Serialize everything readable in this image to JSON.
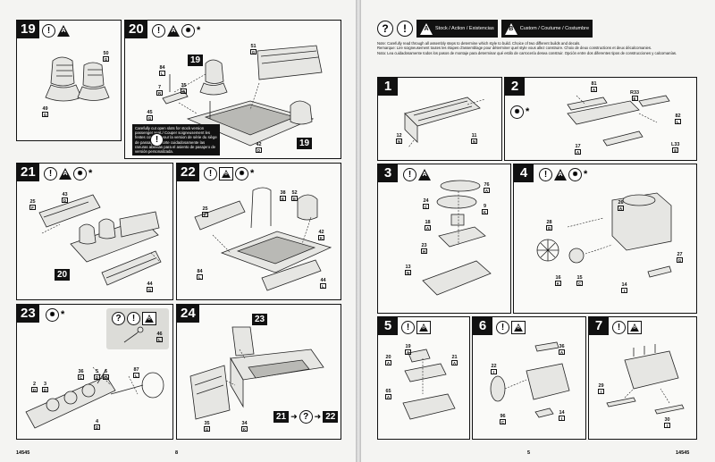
{
  "pages": {
    "left_number": "8",
    "right_number": "5",
    "catalog_left": "14545",
    "catalog_right": "14545"
  },
  "legend": {
    "help_symbol": "?",
    "caution_symbol": "!",
    "stock_letter": "A",
    "stock_label": "Stock / Action / Existencias",
    "custom_letter": "B",
    "custom_label": "Custom / Coutume / Costumbre"
  },
  "intro": {
    "en": "Note: Carefully read through all assembly steps to determine which style to build. Choice of two different builds and decals.",
    "fr": "Remarque: Lire soigneusement toutes les étapes d'assemblage pour déterminer quel style vous allez construire. Choix de deux constructions et deux décalcomanies.",
    "es": "Nota: Lea cuidadosamente todos los pasos de montaje para determinar qué estilo de carrocería desea construir. Opción entre dos diferentes tipos de construcciones y calcomanías."
  },
  "steps": {
    "s19": {
      "num": "19",
      "letter": "A",
      "parts": [
        {
          "n": "50",
          "b": "G"
        },
        {
          "n": "49",
          "b": "G"
        }
      ]
    },
    "s20": {
      "num": "20",
      "letter": "A",
      "callout": "19",
      "callout2": "19",
      "note": "Carefully cut open slots for stock version passenger seat./ Couper soigneusement les fentes coupure pour la version de série du siège de passager. / Corte cuidadosamente las ranuras abiertas para el asiento de pasajero de versión personalizada.",
      "parts": [
        {
          "n": "84",
          "b": "L"
        },
        {
          "n": "7",
          "b": "R"
        },
        {
          "n": "35",
          "b": "G"
        },
        {
          "n": "51",
          "b": "G"
        },
        {
          "n": "45",
          "b": "G"
        },
        {
          "n": "42",
          "b": "D"
        }
      ]
    },
    "s21": {
      "num": "21",
      "letter": "A",
      "callout": "20",
      "parts": [
        {
          "n": "25",
          "b": "F"
        },
        {
          "n": "43",
          "b": "D"
        },
        {
          "n": "44",
          "b": "G"
        }
      ]
    },
    "s22": {
      "num": "22",
      "letter": "B",
      "parts": [
        {
          "n": "25",
          "b": "F"
        },
        {
          "n": "38",
          "b": "E"
        },
        {
          "n": "52",
          "b": "E"
        },
        {
          "n": "84",
          "b": "L"
        },
        {
          "n": "42",
          "b": "K"
        },
        {
          "n": "44",
          "b": "L"
        }
      ]
    },
    "s23": {
      "num": "23",
      "inset_letter": "B",
      "parts": [
        {
          "n": "36",
          "b": "C"
        },
        {
          "n": "5",
          "b": "D"
        },
        {
          "n": "6",
          "b": "D"
        },
        {
          "n": "87",
          "b": "L"
        },
        {
          "n": "2",
          "b": "D"
        },
        {
          "n": "3",
          "b": "D"
        },
        {
          "n": "4",
          "b": "D"
        },
        {
          "n": "46",
          "b": "L"
        }
      ]
    },
    "s24": {
      "num": "24",
      "callout": "23",
      "seq_from": "21",
      "seq_to": "22",
      "parts": [
        {
          "n": "35",
          "b": "G"
        },
        {
          "n": "34",
          "b": "K"
        }
      ]
    },
    "s1": {
      "num": "1",
      "parts": [
        {
          "n": "12",
          "b": "N"
        },
        {
          "n": "11",
          "b": "N"
        }
      ]
    },
    "s2": {
      "num": "2",
      "parts": [
        {
          "n": "81",
          "b": "A"
        },
        {
          "n": "R33",
          "b": "E"
        },
        {
          "n": "82",
          "b": "L"
        },
        {
          "n": "17",
          "b": "A"
        },
        {
          "n": "L33",
          "b": "E"
        }
      ]
    },
    "s3": {
      "num": "3",
      "letter": "A",
      "parts": [
        {
          "n": "76",
          "b": "A"
        },
        {
          "n": "24",
          "b": "C"
        },
        {
          "n": "18",
          "b": "A"
        },
        {
          "n": "23",
          "b": "H"
        },
        {
          "n": "13",
          "b": "N"
        },
        {
          "n": "9",
          "b": "K"
        }
      ]
    },
    "s4": {
      "num": "4",
      "letter": "A",
      "parts": [
        {
          "n": "26",
          "b": "A"
        },
        {
          "n": "28",
          "b": "G"
        },
        {
          "n": "16",
          "b": "K"
        },
        {
          "n": "15",
          "b": "C"
        },
        {
          "n": "14",
          "b": "I"
        },
        {
          "n": "27",
          "b": "G"
        }
      ]
    },
    "s5": {
      "num": "5",
      "letter": "B",
      "parts": [
        {
          "n": "19",
          "b": "A"
        },
        {
          "n": "20",
          "b": "A"
        },
        {
          "n": "21",
          "b": "A"
        },
        {
          "n": "65",
          "b": "A"
        }
      ]
    },
    "s6": {
      "num": "6",
      "letter": "B",
      "parts": [
        {
          "n": "36",
          "b": "A"
        },
        {
          "n": "22",
          "b": "I"
        },
        {
          "n": "96",
          "b": "C"
        },
        {
          "n": "14",
          "b": "I"
        }
      ]
    },
    "s7": {
      "num": "7",
      "letter": "B",
      "parts": [
        {
          "n": "29",
          "b": "I"
        },
        {
          "n": "30",
          "b": "I"
        }
      ]
    }
  }
}
